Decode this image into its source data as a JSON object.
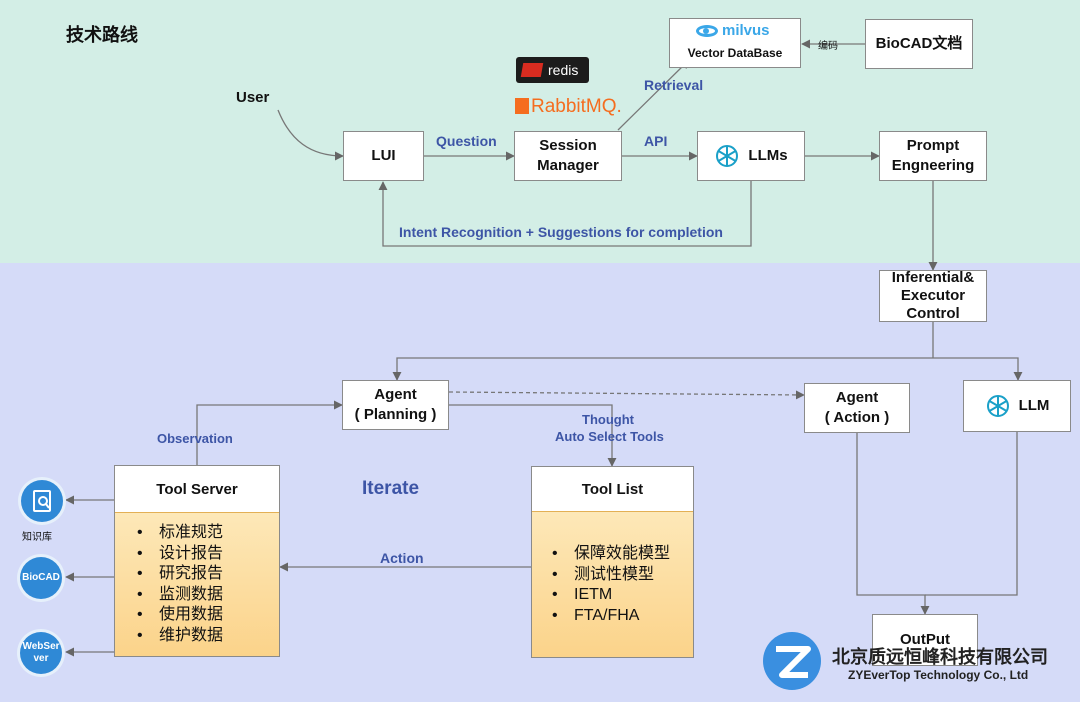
{
  "title": "技术路线",
  "user_label": "User",
  "nodes": {
    "lui": "LUI",
    "session_manager": [
      "Session",
      "Manager"
    ],
    "llms": "LLMs",
    "prompt_engineering": [
      "Prompt",
      "Engneering"
    ],
    "vector_db": {
      "logo": "milvus",
      "label": "Vector DataBase"
    },
    "biocad_doc": "BioCAD文档",
    "executor": [
      "Inferential&",
      "Executor",
      "Control"
    ],
    "agent_planning": [
      "Agent",
      "( Planning )"
    ],
    "agent_action": [
      "Agent",
      "( Action )"
    ],
    "llm": "LLM",
    "output": "OutPut"
  },
  "logos": {
    "redis": "redis",
    "rabbitmq": "RabbitMQ."
  },
  "edge_labels": {
    "question": "Question",
    "api": "API",
    "retrieval": "Retrieval",
    "encode": "编码",
    "intent": "Intent Recognition + Suggestions for completion",
    "observation": "Observation",
    "thought": "Thought",
    "auto_select": "Auto Select Tools",
    "action": "Action"
  },
  "iterate": "Iterate",
  "tool_server": {
    "title": "Tool Server",
    "items": [
      "标准规范",
      "设计报告",
      "研究报告",
      "监测数据",
      "使用数据",
      "维护数据"
    ]
  },
  "tool_list": {
    "title": "Tool List",
    "items": [
      "保障效能模型",
      "测试性模型",
      "IETM",
      "FTA/FHA"
    ]
  },
  "side_tools": {
    "kb_caption": "知识库",
    "biocad": "BioCAD",
    "webserver": [
      "WebSer",
      "ver"
    ]
  },
  "company": {
    "cn": "北京质远恒峰科技有限公司",
    "en": "ZYEverTop Technology Co., Ltd"
  },
  "colors": {
    "top_band": "#d3eee6",
    "bottom_band": "#d5dbf8",
    "label_blue": "#3d55a6",
    "list_fill": "#fbd38a",
    "tool_circle": "#2f89d6"
  }
}
